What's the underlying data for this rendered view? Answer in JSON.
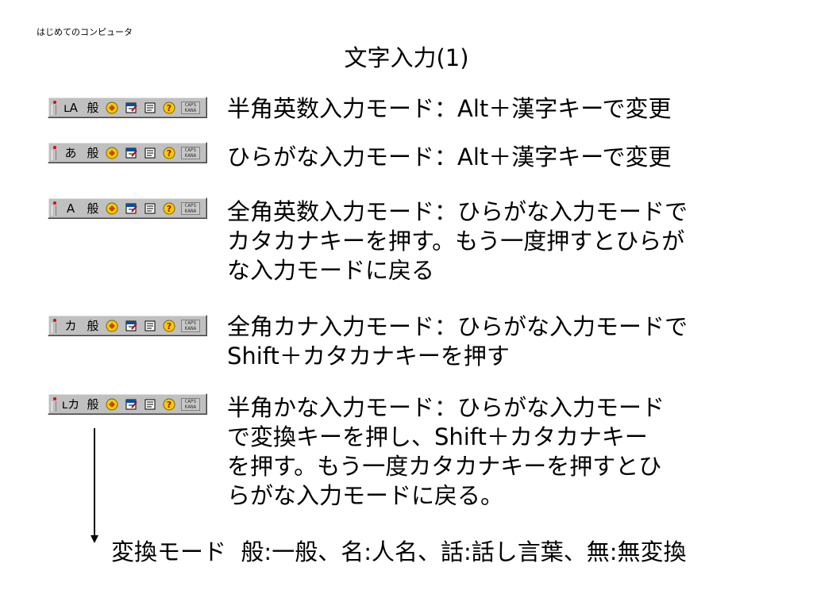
{
  "header": {
    "corner_label": "はじめてのコンピュータ",
    "title": "文字入力(1)"
  },
  "toolbar_caps": "CAPS\nKANA",
  "toolbar_conv_label": "般",
  "rows": [
    {
      "mode_glyph": "ʟA",
      "text": "半角英数入力モード：Alt＋漢字キーで変更"
    },
    {
      "mode_glyph": "あ",
      "text": "ひらがな入力モード：Alt＋漢字キーで変更"
    },
    {
      "mode_glyph": "A",
      "text": "全角英数入力モード：ひらがな入力モードで\nカタカナキーを押す。もう一度押すとひらが\nな入力モードに戻る"
    },
    {
      "mode_glyph": "カ",
      "text": "全角カナ入力モード：ひらがな入力モードで\nShift＋カタカナキーを押す"
    },
    {
      "mode_glyph": "ʟカ",
      "text": "半角かな入力モード：ひらがな入力モード\nで変換キーを押し、Shift＋カタカナキー\nを押す。もう一度カタカナキーを押すとひ\nらがな入力モードに戻る。"
    }
  ],
  "footer": "変換モード  般:一般、名:人名、話:話し言葉、無:無変換",
  "icons": [
    "ime-status-icon",
    "notebook-icon",
    "dictionary-icon",
    "help-icon"
  ],
  "colors": {
    "toolbar_bg": "#c0c0c0",
    "indicator": "#e00000"
  }
}
